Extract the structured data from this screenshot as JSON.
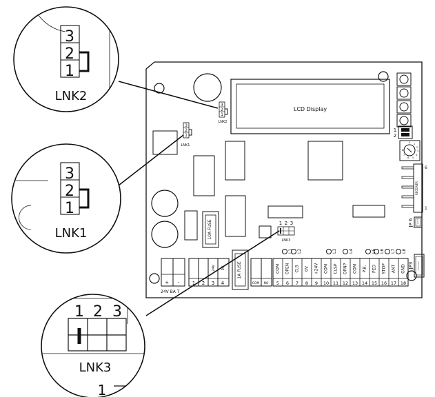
{
  "lcd": {
    "label": "LCD Display"
  },
  "callouts": {
    "lnk2": {
      "name": "LNK2",
      "pins": [
        "3",
        "2",
        "1"
      ]
    },
    "lnk1": {
      "name": "LNK1",
      "pins": [
        "3",
        "2",
        "1"
      ]
    },
    "lnk3": {
      "name": "LNK3",
      "pins": [
        "1",
        "2",
        "3"
      ],
      "extra": "1"
    }
  },
  "board": {
    "lnk2": {
      "name": "LNK2",
      "pins": [
        "3",
        "2",
        "1"
      ]
    },
    "lnk1": {
      "name": "LNK1",
      "pins": [
        "3",
        "2",
        "1"
      ]
    },
    "lnk3": {
      "name": "LNK3",
      "pins": [
        "1",
        "2",
        "3"
      ]
    },
    "sw_pins": [
      "1",
      "2"
    ],
    "dial_numbers": [
      "1",
      "2",
      "3",
      "4",
      "5",
      "6",
      "7",
      "8"
    ],
    "dial_zero": "0",
    "header_end_top": "6",
    "header_end_bottom": "1",
    "header_label": "RECEIVER",
    "jp6": {
      "name": "JP 6",
      "pins": "1 2 3"
    },
    "jp3": {
      "name": "JP3",
      "pins": "1 2 3 4 5"
    },
    "fuse_big": "10A FUSE",
    "fuse_small": "1A FUSE",
    "relay_com": "COM",
    "relay_no": "NO",
    "battery_label": "24V BA T",
    "bat_plus": "+",
    "bat_minus": "-",
    "motor_terms": [
      "1",
      "2",
      "3",
      "4"
    ],
    "motor_labels": [
      "24V",
      "0V"
    ],
    "terminals": [
      {
        "num": "5",
        "label": "COM"
      },
      {
        "num": "6",
        "label": "OPEN"
      },
      {
        "num": "7",
        "label": "CLS"
      },
      {
        "num": "8",
        "label": "0V"
      },
      {
        "num": "9",
        "label": "+24V"
      },
      {
        "num": "10",
        "label": "COM"
      },
      {
        "num": "11",
        "label": "CLSP"
      },
      {
        "num": "12",
        "label": "OPNP"
      },
      {
        "num": "13",
        "label": "COM"
      },
      {
        "num": "14",
        "label": "P.B."
      },
      {
        "num": "15",
        "label": "PED"
      },
      {
        "num": "16",
        "label": "STOP"
      },
      {
        "num": "17",
        "label": "ANT"
      },
      {
        "num": "18",
        "label": "GND"
      }
    ],
    "leds": [
      "L1",
      "L2",
      "L3",
      "L4",
      "L5",
      "L6",
      "L7",
      "L8"
    ]
  }
}
